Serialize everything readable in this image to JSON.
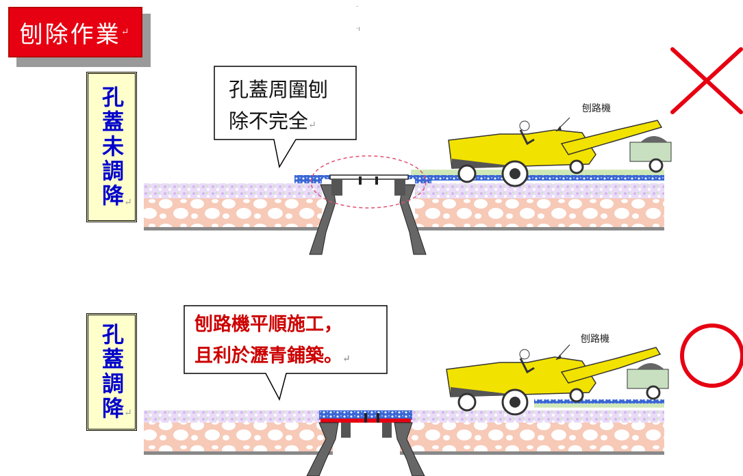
{
  "title": "刨除作業",
  "paragraph_mark": "↵",
  "top_row": {
    "label": "孔蓋未調降",
    "callout": "孔蓋周圍刨\n除不完全",
    "machine_label": "刨路機",
    "verdict": "cross",
    "verdict_color": "#e60012"
  },
  "bottom_row": {
    "label": "孔蓋調降",
    "callout": "刨路機平順施工，\n且利於瀝青鋪築。",
    "machine_label": "刨路機",
    "verdict": "circle",
    "verdict_color": "#e60012"
  },
  "colors": {
    "title_bg": "#e60012",
    "label_bg": "#ffffcc",
    "label_text": "#0000cc",
    "callout_bottom_text": "#cc0000",
    "machine_yellow": "#f2e200",
    "base_layer": "#f7c9b7",
    "asphalt_layer": "#e8dcf5",
    "cover_blue": "#3a67d4"
  }
}
